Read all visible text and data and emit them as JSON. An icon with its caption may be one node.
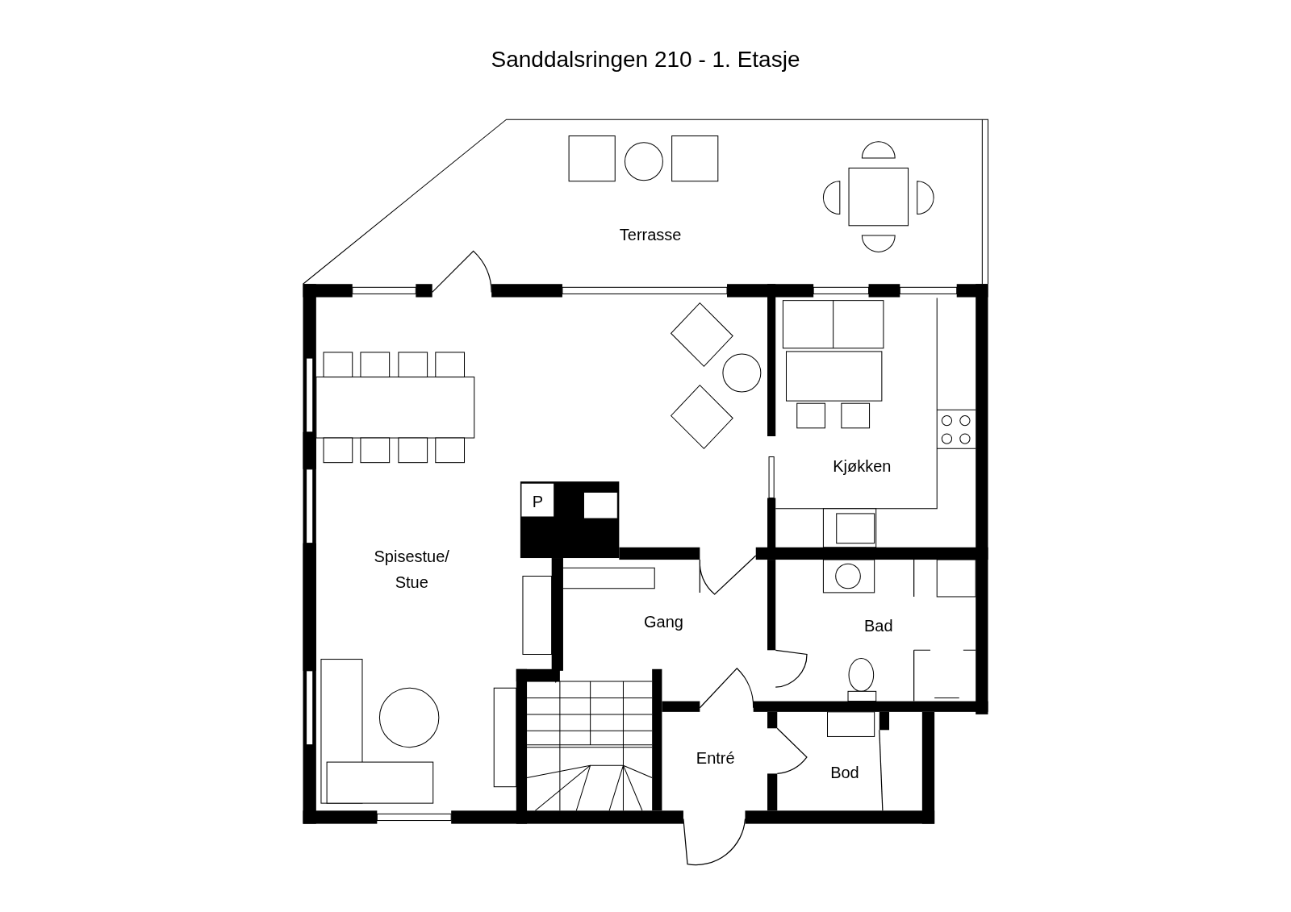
{
  "diagram": {
    "title": "Sanddalsringen 210 - 1. Etasje",
    "labels": [
      "Terrasse",
      "P",
      "Kjøkken",
      "Spisestue/ Stue",
      "Gang",
      "Bad",
      "Entré",
      "Bod"
    ]
  }
}
